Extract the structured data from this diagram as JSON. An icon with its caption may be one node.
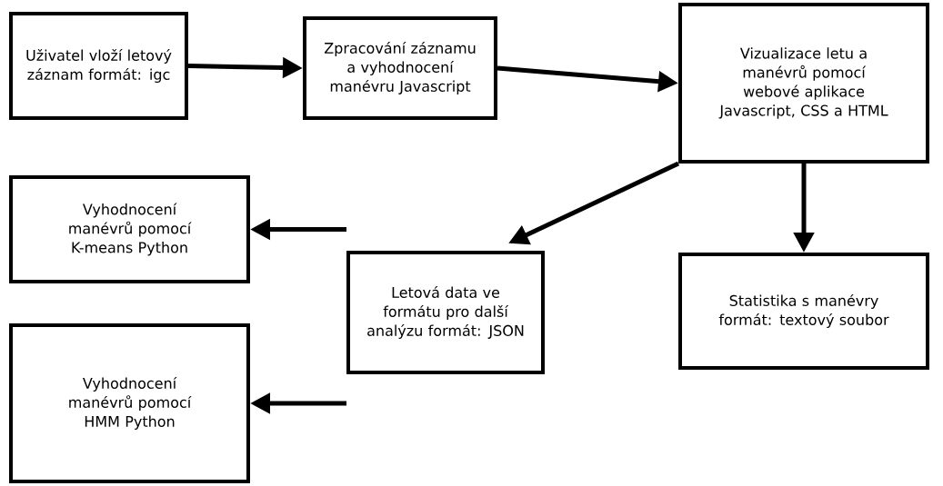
{
  "diagram": {
    "nodes": [
      {
        "text": [
          "Uživatel vloží letový záznam formát: igc"
        ]
      },
      {
        "text": [
          "Zpracování záznamu a vyhodnocení manévru Javascript"
        ]
      },
      {
        "text": [
          "Vizualizace letu a manévrů pomocí webové aplikace Javascript, CSS a HTML"
        ]
      },
      {
        "text": [
          "Vyhodnocení manévrů pomocí K-means Python"
        ]
      },
      {
        "text": [
          "Letová data ve formátu pro další analýzu formát: JSON"
        ]
      },
      {
        "text": [
          "Statistika s manévry formát: textový soubor"
        ]
      },
      {
        "text": [
          "Vyhodnocení manévrů pomocí HMM Python"
        ]
      }
    ],
    "edges": [
      {
        "from": 0,
        "to": 1,
        "arrow": "to"
      },
      {
        "from": 1,
        "to": 2,
        "arrow": "to"
      },
      {
        "from": 2,
        "to": 4,
        "arrow": "to"
      },
      {
        "from": 2,
        "to": 5,
        "arrow": "to"
      },
      {
        "from": 4,
        "to": 3,
        "arrow": "to"
      },
      {
        "from": 4,
        "to": 6,
        "arrow": "to"
      }
    ]
  }
}
